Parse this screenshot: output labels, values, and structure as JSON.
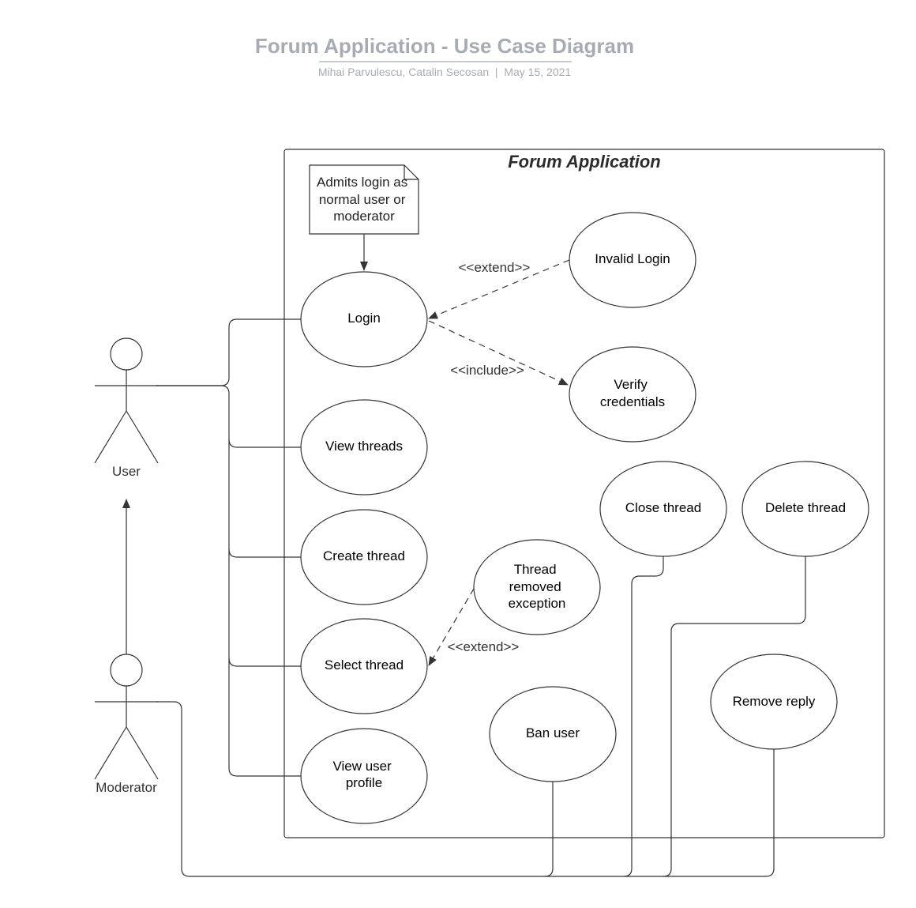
{
  "header": {
    "title": "Forum Application - Use Case Diagram",
    "subtitle": "Mihai Parvulescu, Catalin Secosan  |  May 15, 2021"
  },
  "system": {
    "name": "Forum Application"
  },
  "note": {
    "lines": [
      "Admits login as",
      "normal user or",
      "moderator"
    ]
  },
  "actors": {
    "user": "User",
    "moderator": "Moderator"
  },
  "use_cases": {
    "login": [
      "Login"
    ],
    "invalid_login": [
      "Invalid Login"
    ],
    "verify_credentials": [
      "Verify",
      "credentials"
    ],
    "view_threads": [
      "View threads"
    ],
    "create_thread": [
      "Create thread"
    ],
    "select_thread": [
      "Select thread"
    ],
    "view_user_profile": [
      "View user",
      "profile"
    ],
    "thread_removed_exception": [
      "Thread",
      "removed",
      "exception"
    ],
    "close_thread": [
      "Close thread"
    ],
    "delete_thread": [
      "Delete thread"
    ],
    "ban_user": [
      "Ban user"
    ],
    "remove_reply": [
      "Remove reply"
    ]
  },
  "relations": {
    "extend_login": "<<extend>>",
    "include_verify": "<<include>>",
    "extend_select": "<<extend>>"
  },
  "colors": {
    "header_text": "#a7abb3",
    "stroke": "#333333",
    "background": "#ffffff"
  }
}
